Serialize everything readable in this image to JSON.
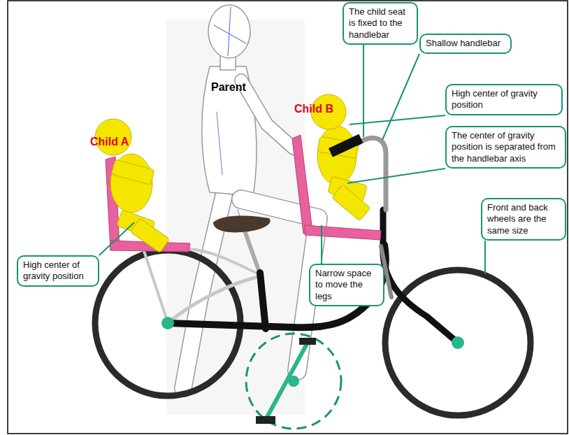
{
  "diagram": {
    "nodes": [
      {
        "text": [
          "The child seat is fixed to the handlebar"
        ]
      },
      {
        "text": [
          "Shallow handlebar"
        ]
      },
      {
        "text": [
          "High center of gravity position"
        ]
      },
      {
        "text": [
          "The center of gravity position is separated from the handlebar axis"
        ]
      },
      {
        "text": [
          "Front and back wheels are the same size"
        ]
      },
      {
        "text": [
          "High center of gravity position"
        ]
      },
      {
        "text": [
          "Narrow space to move the legs"
        ]
      }
    ],
    "labels": [
      "Parent",
      "Child B",
      "Child A"
    ]
  }
}
